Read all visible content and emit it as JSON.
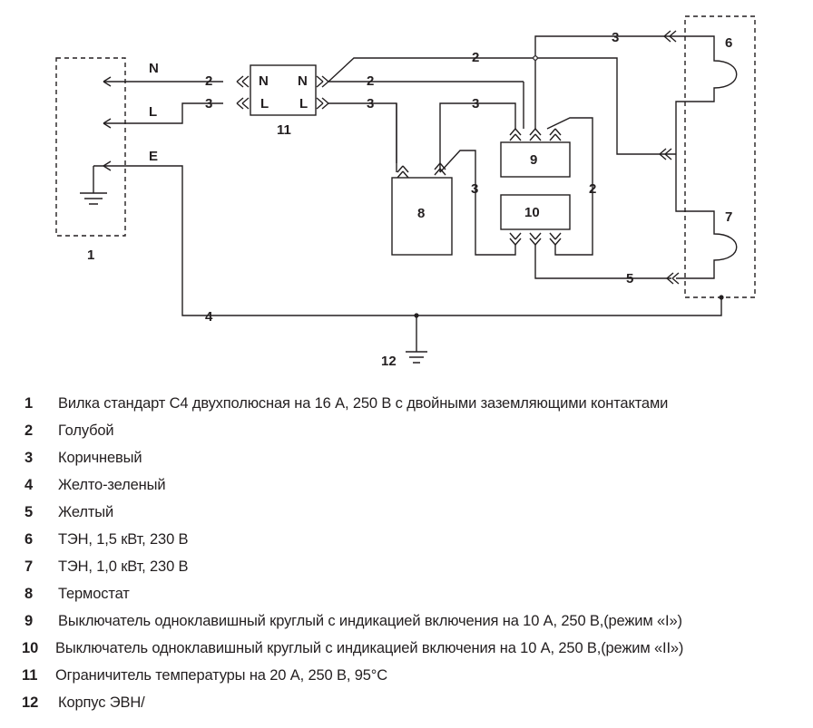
{
  "diagram": {
    "labels": {
      "plug": "1",
      "heater_a": "6",
      "heater_b": "7",
      "thermostat": "8",
      "switch_a": "9",
      "switch_b": "10",
      "limiter": "11",
      "housing": "12",
      "pin_n": "N",
      "pin_l": "L",
      "pin_e": "E",
      "limiter_n_in": "N",
      "limiter_n_out": "N",
      "limiter_l_in": "L",
      "limiter_l_out": "L"
    },
    "wires": {
      "w_n_in": "2",
      "w_l_in": "3",
      "w_n_out": "2",
      "w_l_out": "3",
      "w_top_blue": "2",
      "w_top_brown": "3",
      "w_therm_to_sw": "3",
      "w_therm_loop": "3",
      "w_sw_loop": "2",
      "w_yellow": "5",
      "w_ground": "4"
    }
  },
  "legend": [
    {
      "num": "1",
      "text": "Вилка стандарт С4 двухполюсная на 16 А, 250 В с двойными заземляющими контактами"
    },
    {
      "num": "2",
      "text": "Голубой"
    },
    {
      "num": "3",
      "text": "Коричневый"
    },
    {
      "num": "4",
      "text": "Желто-зеленый"
    },
    {
      "num": "5",
      "text": "Желтый"
    },
    {
      "num": "6",
      "text": "ТЭН, 1,5 кВт, 230 В"
    },
    {
      "num": "7",
      "text": "ТЭН, 1,0 кВт, 230 В"
    },
    {
      "num": "8",
      "text": "Термостат"
    },
    {
      "num": "9",
      "text": "Выключатель одноклавишный круглый с индикацией включения на 10 А, 250 В,(режим «I»)"
    },
    {
      "num": "10",
      "text": "Выключатель одноклавишный круглый с индикацией включения на 10 А, 250 В,(режим «II»)"
    },
    {
      "num": "11",
      "text": "Ограничитель температуры на 20 А, 250 В, 95°С"
    },
    {
      "num": "12",
      "text": "Корпус ЭВН/"
    }
  ]
}
